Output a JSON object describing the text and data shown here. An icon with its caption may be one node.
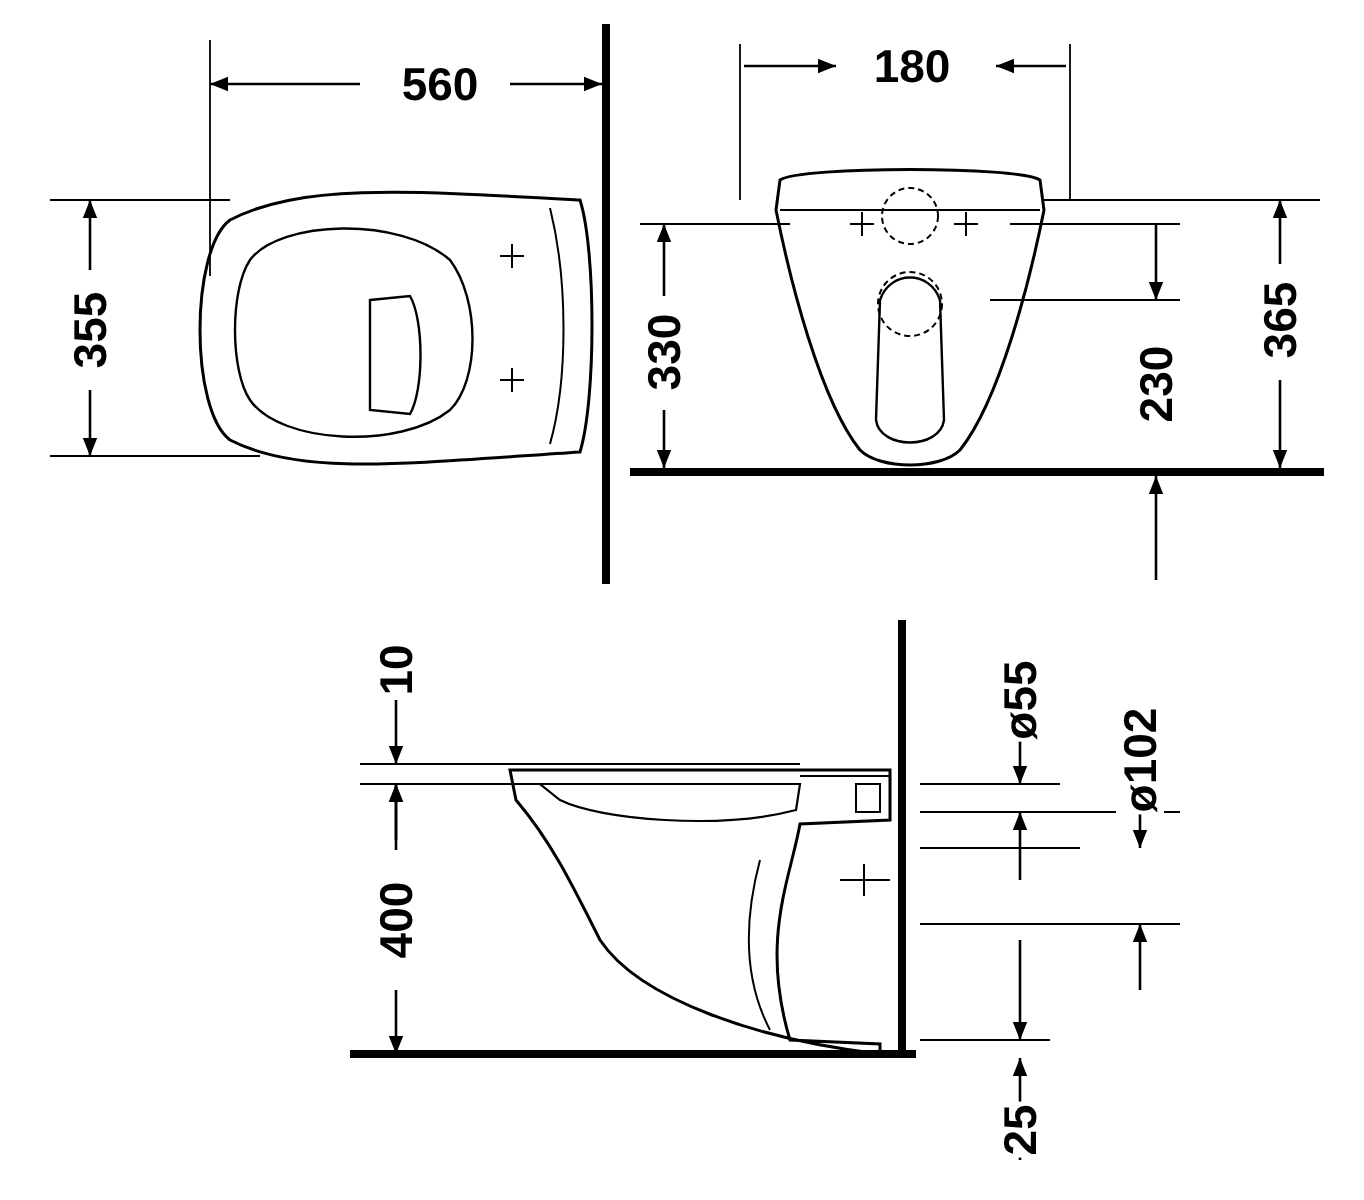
{
  "diagram": {
    "labels": [
      "560",
      "180",
      "355",
      "330",
      "230",
      "365",
      "10",
      "ø55",
      "ø102",
      "400",
      "25"
    ]
  }
}
